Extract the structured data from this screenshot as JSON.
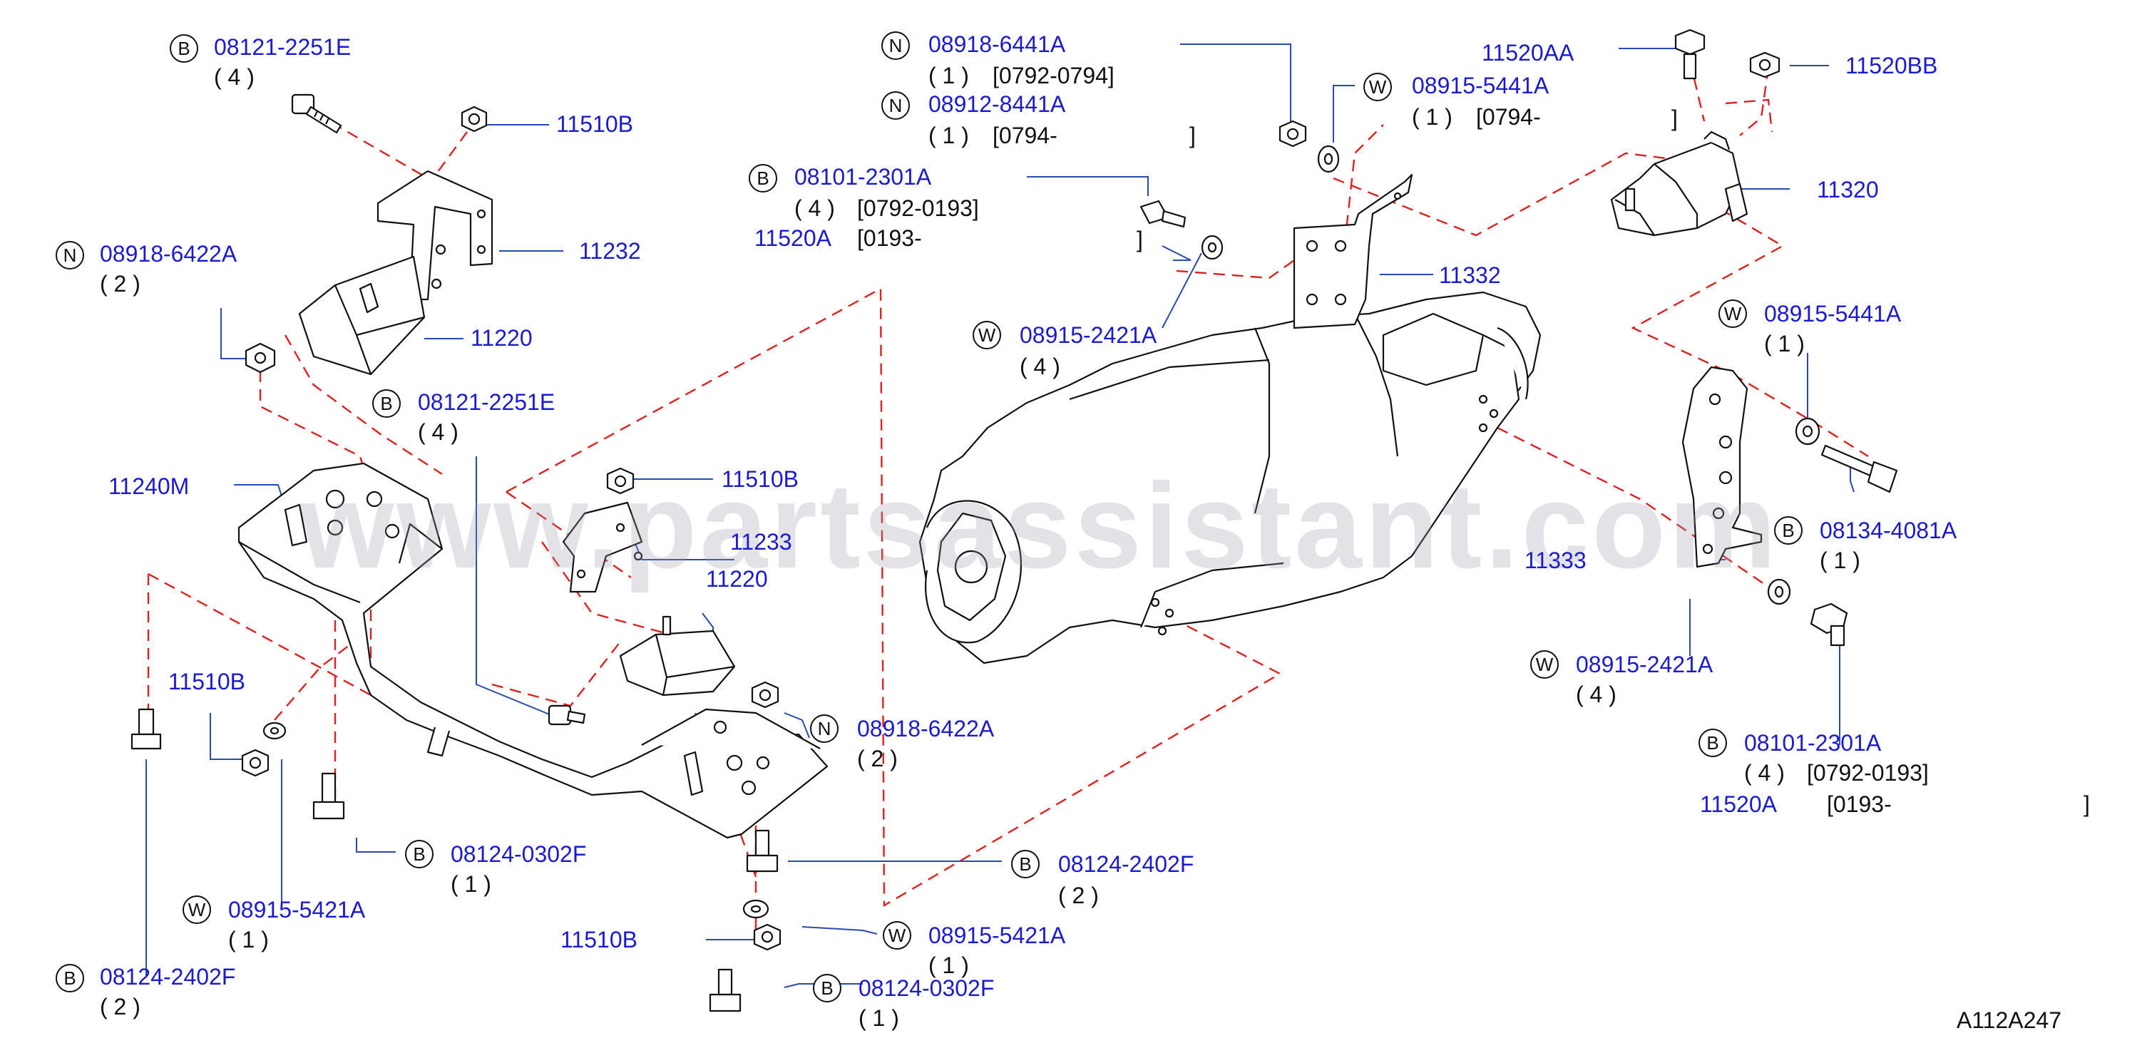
{
  "watermark": "www.partsassistant.com",
  "diagram_code": "A112A247",
  "badges": {
    "B": "B",
    "N": "N",
    "W": "W"
  },
  "callouts": {
    "c1": {
      "part": "08121-2251E",
      "qty": "( 4 )"
    },
    "c2": {
      "part": "11510B"
    },
    "c3": {
      "part": "11232"
    },
    "c4": {
      "part": "08918-6422A",
      "qty": "( 2 )"
    },
    "c5": {
      "part": "11220"
    },
    "c6": {
      "part": "08121-2251E",
      "qty": "( 4 )"
    },
    "c7": {
      "part": "11240M"
    },
    "c8": {
      "part": "11510B"
    },
    "c9": {
      "part": "11233"
    },
    "c10": {
      "part": "11220"
    },
    "c11": {
      "part": "11510B"
    },
    "c12": {
      "part": "08918-6422A",
      "qty": "( 2 )"
    },
    "c13": {
      "part": "08124-0302F",
      "qty": "( 1 )"
    },
    "c14": {
      "part": "08124-2402F",
      "qty": "( 2 )"
    },
    "c15": {
      "part": "08915-5421A",
      "qty": "( 1 )"
    },
    "c16": {
      "part": "08915-5421A",
      "qty": "( 1 )"
    },
    "c17": {
      "part": "11510B"
    },
    "c18": {
      "part": "08124-2402F",
      "qty": "( 2 )"
    },
    "c19": {
      "part": "08124-0302F",
      "qty": "( 1 )"
    },
    "c20": {
      "part": "08918-6441A",
      "qty": "( 1 )",
      "range": "[0792-0794]"
    },
    "c21": {
      "part": "08912-8441A",
      "qty": "( 1 )",
      "range": "[0794-",
      "close": "]"
    },
    "c22": {
      "part": "08915-5441A",
      "qty": "( 1 )",
      "range": "[0794-",
      "close": "]"
    },
    "c23": {
      "part": "08101-2301A",
      "qty": "( 4 )",
      "range": "[0792-0193]",
      "alt_part": "11520A",
      "alt_range": "[0193-",
      "close": "]"
    },
    "c24": {
      "part": "11332"
    },
    "c25": {
      "part": "08915-2421A",
      "qty": "( 4 )"
    },
    "c26": {
      "part": "11520AA"
    },
    "c27": {
      "part": "11520BB"
    },
    "c28": {
      "part": "11320"
    },
    "c29": {
      "part": "08915-5441A",
      "qty": "( 1 )"
    },
    "c30": {
      "part": "08134-4081A",
      "qty": "( 1 )"
    },
    "c31": {
      "part": "11333"
    },
    "c32": {
      "part": "08915-2421A",
      "qty": "( 4 )"
    },
    "c33": {
      "part": "08101-2301A",
      "qty": "( 4 )",
      "range": "[0792-0193]",
      "alt_part": "11520A",
      "alt_range": "[0193-",
      "close": "]"
    }
  },
  "colors": {
    "part_number": "#1a1ad2",
    "leader_line": "#2a4ab0",
    "dashed_line": "#e02020",
    "drawing": "#111111"
  }
}
